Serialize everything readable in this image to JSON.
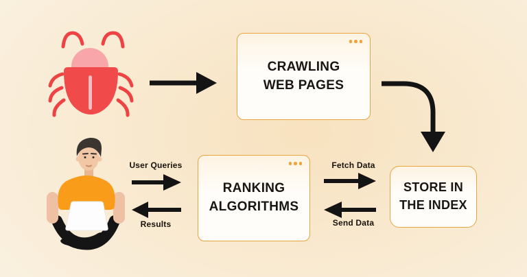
{
  "nodes": {
    "crawling": {
      "label": "CRAWLING WEB PAGES",
      "style": "browser-window"
    },
    "store_index": {
      "label": "STORE IN THE INDEX",
      "style": "plain"
    },
    "ranking": {
      "label": "RANKING ALGORITHMS",
      "style": "browser-window"
    }
  },
  "edges": {
    "crawler_to_crawling": {
      "label": "",
      "direction": "right"
    },
    "crawling_to_store": {
      "label": "",
      "direction": "curved-down"
    },
    "ranking_to_store": {
      "label": "Fetch Data",
      "direction": "right"
    },
    "store_to_ranking": {
      "label": "Send Data",
      "direction": "left"
    },
    "user_to_ranking": {
      "label": "User Queries",
      "direction": "right"
    },
    "ranking_to_user": {
      "label": "Results",
      "direction": "left"
    }
  },
  "icons": {
    "crawler": "bug-icon",
    "user": "person-sitting-with-laptop-icon",
    "window_dots": "browser-window-dots-icon"
  },
  "colors": {
    "background_center": "#f8e2bf",
    "background_mid": "#f9ecd6",
    "background_edge": "#fbf4e8",
    "box_border": "#e8a43e",
    "box_fill": "#fffdf9",
    "box_fill_top": "#fdf3e2",
    "window_dot": "#f1a33b",
    "node_text": "#181512",
    "edge_label_text": "#17120a",
    "arrow": "#141414",
    "bug_body": "#f04a4a",
    "bug_limb": "#ee4343",
    "bug_head": "#f9a6aa",
    "bug_stripe": "#f8bdbf",
    "person_hair": "#3a3531",
    "person_skin": "#f2c7a5",
    "person_skin_shade": "#e9b68f",
    "person_arm": "#eec0a4",
    "person_shirt": "#f89c1a",
    "person_laptop": "#fdfdfd",
    "person_laptop_edge": "#e9e9e9",
    "person_legs": "#151515",
    "person_mouth": "#c68e67"
  }
}
